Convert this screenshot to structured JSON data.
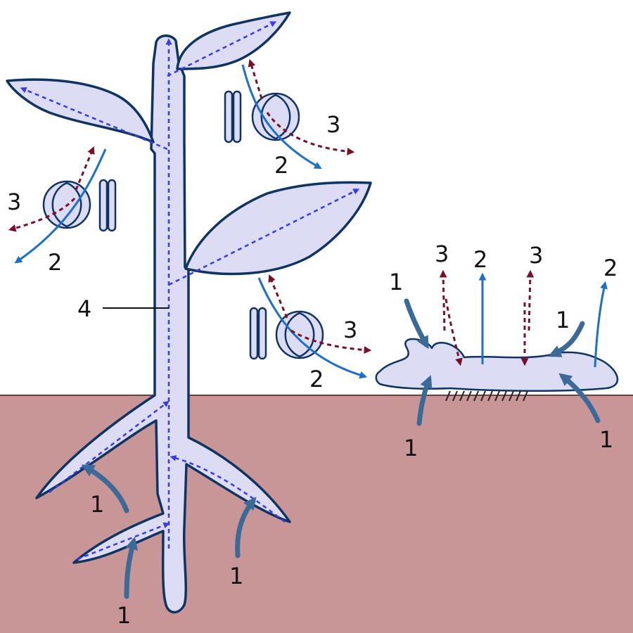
{
  "colors": {
    "background": "#ffffff",
    "soil": "#c89696",
    "soil_line": "#7a3a3a",
    "plant_fill": "#dcdcf5",
    "plant_outline": "#0f3463",
    "vascular_flow": "#3a3ae8",
    "uptake_arrow": "#3b6a98",
    "transpiration_arrow": "#1b6fd0",
    "exchange_arrow": "#7a1028"
  },
  "labels": {
    "uptake": "1",
    "transpiration": "2",
    "exchange": "3",
    "vascular": "4"
  }
}
